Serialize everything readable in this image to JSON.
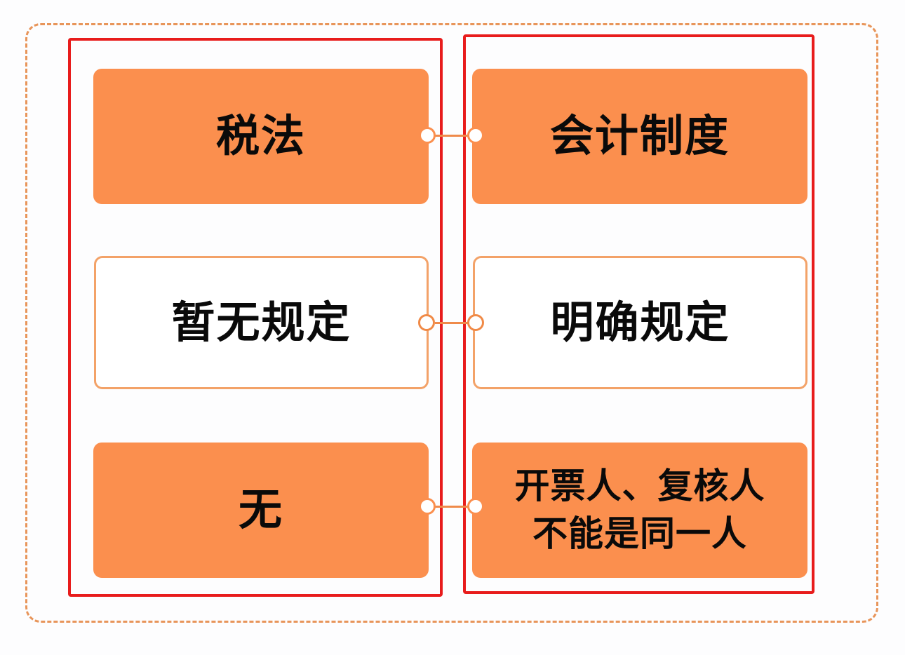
{
  "diagram": {
    "left_column": {
      "label": "税法",
      "items": [
        "税法",
        "暂无规定",
        "无"
      ]
    },
    "right_column": {
      "label": "会计制度",
      "items": [
        "会计制度",
        "明确规定",
        "开票人、复核人不能是同一人"
      ]
    },
    "rows": [
      {
        "left": "税法",
        "right": "会计制度",
        "style": "filled"
      },
      {
        "left": "暂无规定",
        "right": "明确规定",
        "style": "outline"
      },
      {
        "left": "无",
        "right_line1": "开票人、复核人",
        "right_line2": "不能是同一人",
        "style": "filled"
      }
    ],
    "colors": {
      "fill": "#fb8f4e",
      "outline": "#f3a268",
      "column_border": "#e81c1c",
      "dashed_border": "#e8955a",
      "connector": "#ef8a4a"
    }
  }
}
